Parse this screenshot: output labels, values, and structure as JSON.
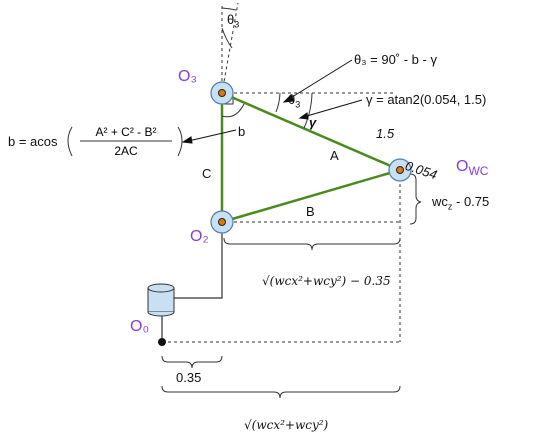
{
  "labels": {
    "o3": "O₃",
    "o2": "O₂",
    "o0": "O₀",
    "owc": "O",
    "owc_sub": "WC",
    "theta3_top": "θ",
    "theta3_top_sub": "3",
    "theta3_mid": "θ",
    "theta3_mid_sub": "3",
    "theta3_formula": "θ₃ = 90˚ - b - γ",
    "gamma_formula": "γ = atan2(0.054, 1.5)",
    "gamma_symbol": "γ",
    "b_angle": "b",
    "b_formula_prefix": "b = acos",
    "b_formula_num": "A² + C² - B²",
    "b_formula_den": "2AC",
    "side_a": "A",
    "side_b": "B",
    "side_c": "C",
    "len_15": "1.5",
    "len_0054": "0.054",
    "wcz": "wc",
    "wcz_sub": "z",
    "wcz_rest": " - 0.75",
    "sqrt_mid": "√(wcx²+wcy²) − 0.35",
    "dist_035": "0.35",
    "sqrt_bottom": "√(wcx²+wcy²)"
  },
  "colors": {
    "link": "#4a8a1f",
    "joint_fill": "#c9dff2",
    "joint_stroke": "#4c7fb0",
    "accent": "#8a3fd1"
  }
}
